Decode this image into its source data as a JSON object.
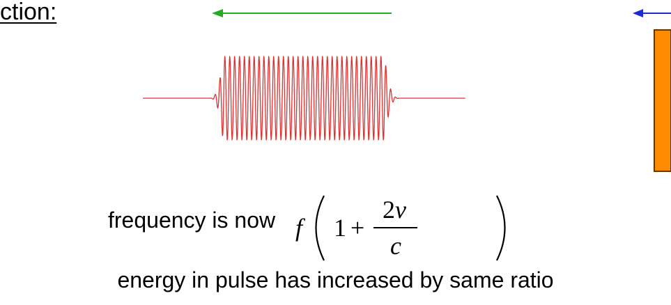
{
  "heading": {
    "text": "ction:"
  },
  "pulse_arrow": {
    "color": "#22aa22"
  },
  "mirror_arrow": {
    "color": "#1a2bd6"
  },
  "pulse": {
    "color": "#e03030"
  },
  "mirror": {
    "fill": "#ff8c00",
    "stroke": "#5a3a00"
  },
  "frequency_label": {
    "text": "frequency is now"
  },
  "formula": {
    "f": "f",
    "one": "1",
    "plus": "+",
    "numerator": "2v",
    "denominator": "c"
  },
  "energy_label": {
    "text": "energy in pulse has increased by same ratio"
  }
}
